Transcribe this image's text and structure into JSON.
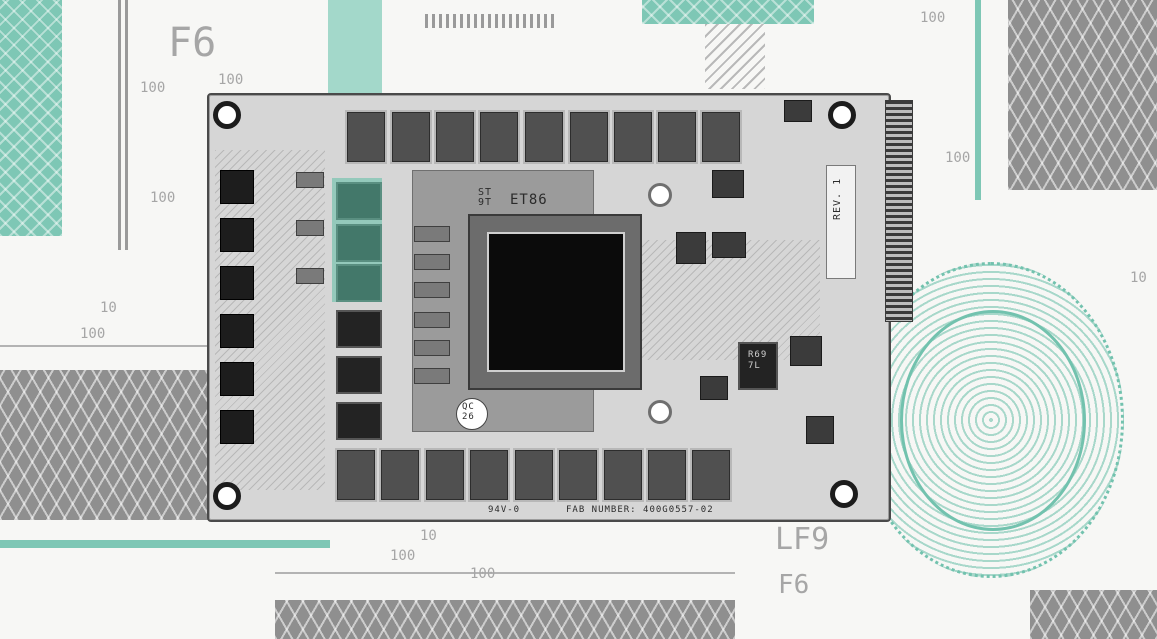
{
  "background": {
    "labels": {
      "f6_top": "F6",
      "f6_bottom": "F6",
      "lf9": "LF9",
      "num_100": "100",
      "num_10": "10"
    },
    "colors": {
      "teal": "#7ec7b5",
      "grey": "#8f8f8f"
    }
  },
  "board": {
    "gpu_marking": "ET86",
    "gpu_sub_marking": "ST\n9T",
    "fab_number": "FAB NUMBER: 400G0557-02",
    "ul_marking": "94V-0",
    "rev_label": "REV. 1",
    "qc_stamp": "QC\n26",
    "inductor_text": "R69\n7L"
  }
}
